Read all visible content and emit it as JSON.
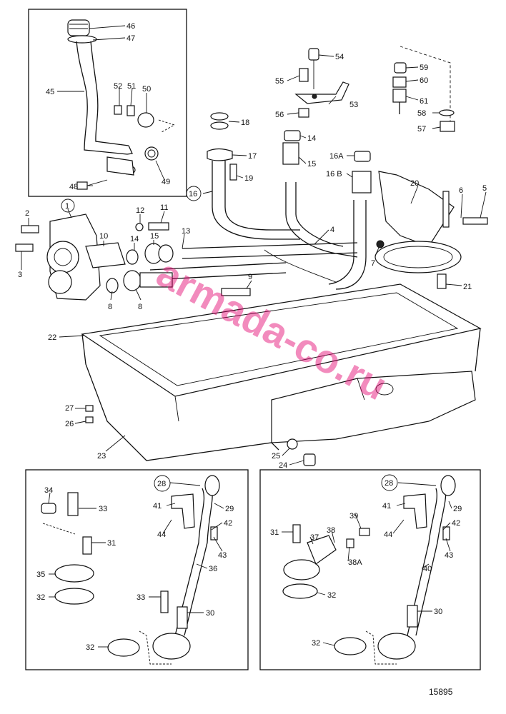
{
  "drawing_number": "15895",
  "watermark": "armada-co.ru",
  "callouts": {
    "c1": "1",
    "c2": "2",
    "c3": "3",
    "c4": "4",
    "c5": "5",
    "c6": "6",
    "c7": "7",
    "c8a": "8",
    "c8b": "8",
    "c9": "9",
    "c10": "10",
    "c11": "11",
    "c12": "12",
    "c13": "13",
    "c14a": "14",
    "c14b": "14",
    "c15a": "15",
    "c15b": "15",
    "c16": "16",
    "c16a": "16A",
    "c16b": "16 B",
    "c17": "17",
    "c18": "18",
    "c19": "19",
    "c20": "20",
    "c21": "21",
    "c22": "22",
    "c23": "23",
    "c24": "24",
    "c25": "25",
    "c26": "26",
    "c27": "27",
    "c28l": "28",
    "c29l": "29",
    "c30l": "30",
    "c31l": "31",
    "c32la": "32",
    "c32lb": "32",
    "c33la": "33",
    "c33lb": "33",
    "c34": "34",
    "c35": "35",
    "c36": "36",
    "c41l": "41",
    "c42l": "42",
    "c43l": "43",
    "c44l": "44",
    "c28r": "28",
    "c29r": "29",
    "c30r": "30",
    "c31r": "31",
    "c32ra": "32",
    "c32rb": "32",
    "c37": "37",
    "c38": "38",
    "c38a": "38A",
    "c39": "39",
    "c40": "40",
    "c41r": "41",
    "c42r": "42",
    "c43r": "43",
    "c44r": "44",
    "c45": "45",
    "c46": "46",
    "c47": "47",
    "c48": "48",
    "c49": "49",
    "c50": "50",
    "c51": "51",
    "c52": "52",
    "c53": "53",
    "c54": "54",
    "c55": "55",
    "c56": "56",
    "c57": "57",
    "c58": "58",
    "c59": "59",
    "c60": "60",
    "c61": "61"
  }
}
